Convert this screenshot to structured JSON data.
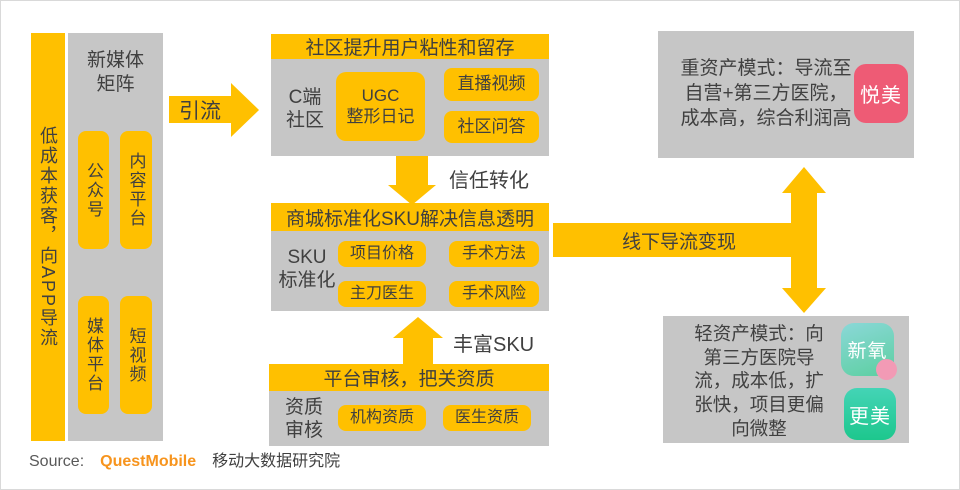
{
  "colors": {
    "accent_yellow": "#FFC000",
    "panel_gray": "#C6C6C6",
    "text_dark": "#404040",
    "yuemei_pink": "#EE5B75",
    "xinyang_teal": "#6FD4C0",
    "gengmei_green": "#1EC78E",
    "questmobile_orange": "#F7941D"
  },
  "left_bar": {
    "label": "低成本获客，向APP导流"
  },
  "matrix_panel": {
    "title": [
      "新媒体",
      "矩阵"
    ],
    "pills": [
      "公众号",
      "内容平台",
      "媒体平台",
      "短视频"
    ]
  },
  "flow": {
    "yinliu": "引流",
    "trust": "信任转化",
    "enrich": "丰富SKU",
    "offline": "线下导流变现"
  },
  "community_panel": {
    "header": "社区提升用户粘性和留存",
    "side": [
      "C端",
      "社区"
    ],
    "ugc": [
      "UGC",
      "整形日记"
    ],
    "boxes": [
      "直播视频",
      "社区问答"
    ]
  },
  "sku_panel": {
    "header": "商城标准化SKU解决信息透明",
    "side": [
      "SKU",
      "标准化"
    ],
    "boxes": [
      "项目价格",
      "手术方法",
      "主刀医生",
      "手术风险"
    ]
  },
  "audit_panel": {
    "header": "平台审核，把关资质",
    "side": [
      "资质",
      "审核"
    ],
    "boxes": [
      "机构资质",
      "医生资质"
    ]
  },
  "heavy_panel": {
    "lines": [
      "重资产模式：导流至",
      "自营+第三方医院，",
      "成本高，综合利润高"
    ],
    "app": "悦美"
  },
  "light_panel": {
    "lines": [
      "轻资产模式：向",
      "第三方医院导",
      "流，成本低，扩",
      "张快，项目更偏",
      "向微整"
    ],
    "apps": [
      "新氧",
      "更美"
    ]
  },
  "source": {
    "label": "Source:",
    "brand": "QuestMobile",
    "suffix": "移动大数据研究院"
  }
}
